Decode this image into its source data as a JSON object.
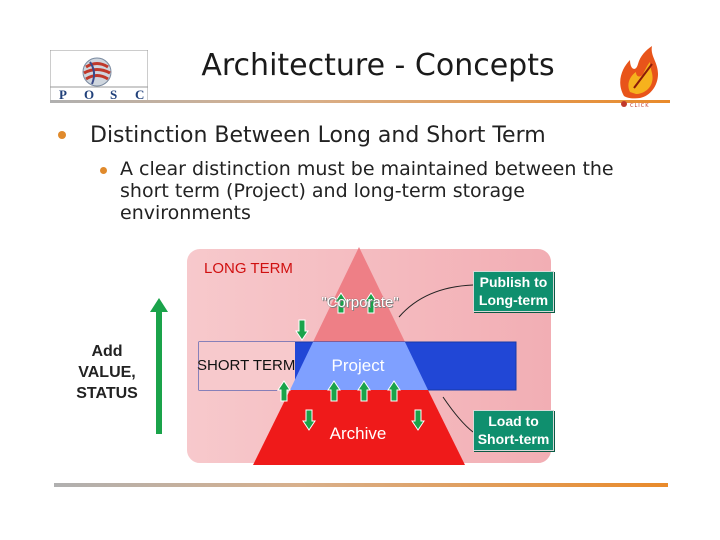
{
  "header": {
    "title": "Architecture - Concepts",
    "posc_logo_letters": [
      "P",
      "O",
      "S",
      "C"
    ],
    "flame_logo_caption": "CLICK"
  },
  "bullets": {
    "level1": "Distinction Between Long and Short Term",
    "level2": "A clear distinction must be maintained between the short term (Project) and long-term storage environments"
  },
  "diagram": {
    "long_term_label": "LONG TERM",
    "corporate_label": "\"Corporate\"",
    "short_term_label": "SHORT TERM",
    "project_label": "Project",
    "archive_label": "Archive",
    "side_label_line1": "Add",
    "side_label_line2": "VALUE,",
    "side_label_line3": "STATUS",
    "publish_callout_line1": "Publish to",
    "publish_callout_line2": "Long-term",
    "load_callout_line1": "Load to",
    "load_callout_line2": "Short-term"
  },
  "colors": {
    "accent_orange": "#e08a2c",
    "long_term_panel": "#f2b3b8",
    "pyramid_top": "#ee7f86",
    "project_band": "#2147d6",
    "archive_base": "#ef1a1a",
    "arrow_green": "#1aa34a",
    "callout_green": "#0f8f6e"
  }
}
